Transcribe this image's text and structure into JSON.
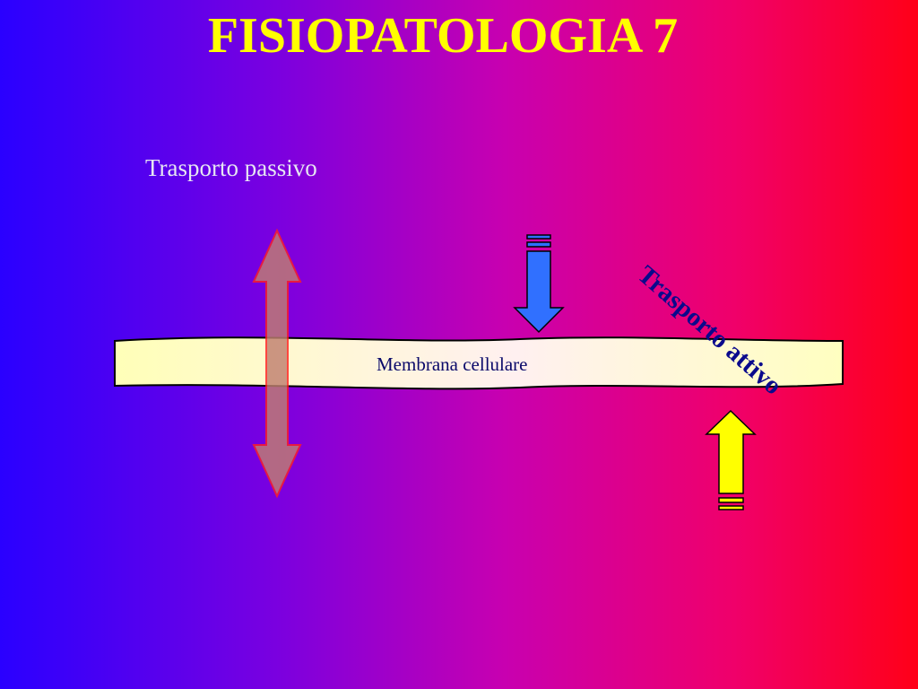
{
  "slide": {
    "title": "FISIOPATOLOGIA 7",
    "passive_label": "Trasporto passivo",
    "active_label": "Trasporto attivo",
    "membrane_label": "Membrana cellulare"
  },
  "colors": {
    "title": "#ffff00",
    "membrane_fill": "#ffffc0",
    "passive_arrow_fill": "#c08070",
    "passive_arrow_stroke": "#ff2020",
    "down_arrow_fill": "#3070ff",
    "up_arrow_fill": "#ffff00",
    "active_label": "#0a0a8c"
  },
  "icons": [
    "double-arrow-icon",
    "down-arrow-icon",
    "up-arrow-icon"
  ]
}
